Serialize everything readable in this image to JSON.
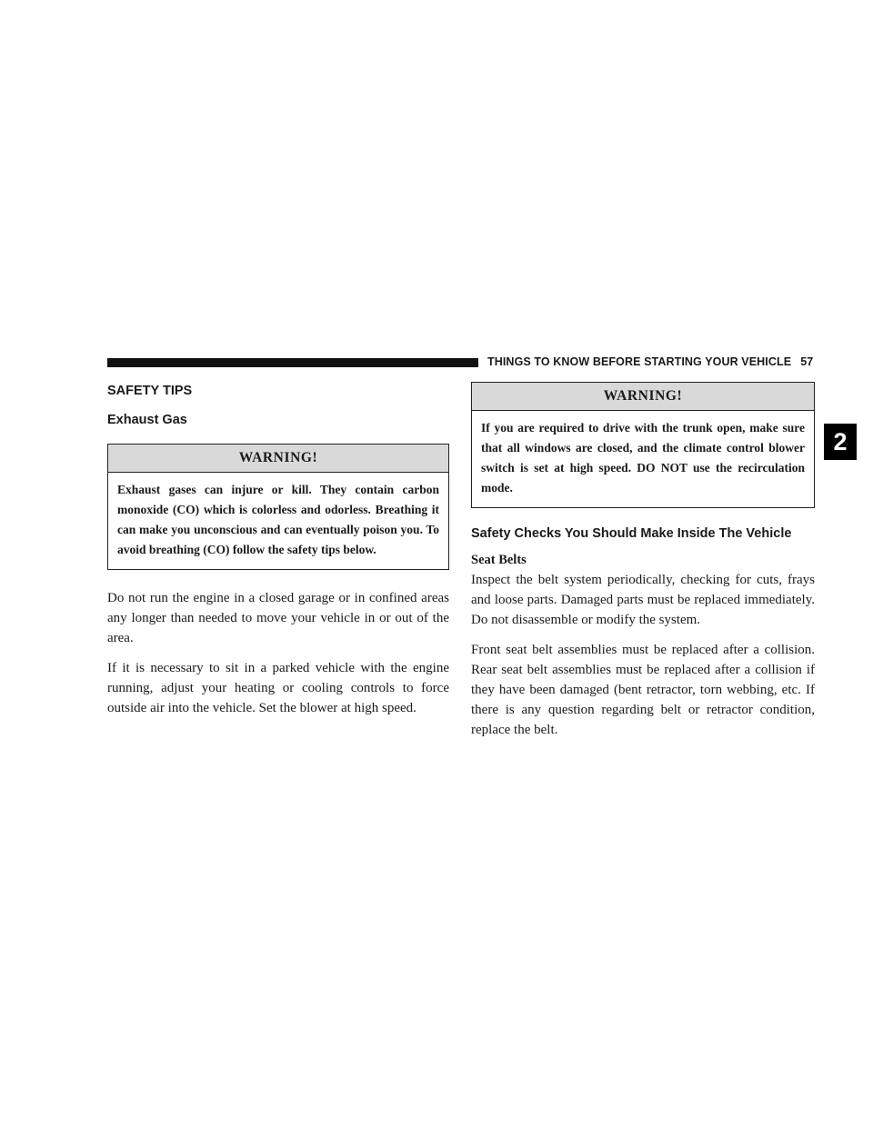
{
  "header": {
    "title": "THINGS TO KNOW BEFORE STARTING YOUR VEHICLE",
    "page_number": "57"
  },
  "chapter_tab": "2",
  "left": {
    "section_title": "SAFETY TIPS",
    "subsection_title": "Exhaust Gas",
    "warning": {
      "heading": "WARNING!",
      "text": "Exhaust gases can injure or kill. They contain carbon monoxide (CO) which is colorless and odorless. Breathing it can make you unconscious and can eventually poison you. To avoid breathing (CO) follow the safety tips below."
    },
    "paragraphs": [
      "Do not run the engine in a closed garage or in confined areas any longer than needed to move your vehicle in or out of the area.",
      "If it is necessary to sit in a parked vehicle with the engine running, adjust your heating or cooling controls to force outside air into the vehicle. Set the blower at high speed."
    ]
  },
  "right": {
    "warning": {
      "heading": "WARNING!",
      "text": "If you are required to drive with the trunk open, make sure that all windows are closed, and the climate control blower switch is set at high speed. DO NOT use the recirculation mode."
    },
    "subsection_title": "Safety Checks You Should Make Inside The Vehicle",
    "seat_belts_title": "Seat Belts",
    "paragraphs": [
      "Inspect the belt system periodically, checking for cuts, frays and loose parts. Damaged parts must be replaced immediately. Do not disassemble or modify the system.",
      "Front seat belt assemblies must be replaced after a collision. Rear seat belt assemblies must be replaced after a collision if they have been damaged (bent retractor, torn webbing, etc. If there is any question regarding belt or retractor condition, replace the belt."
    ]
  }
}
